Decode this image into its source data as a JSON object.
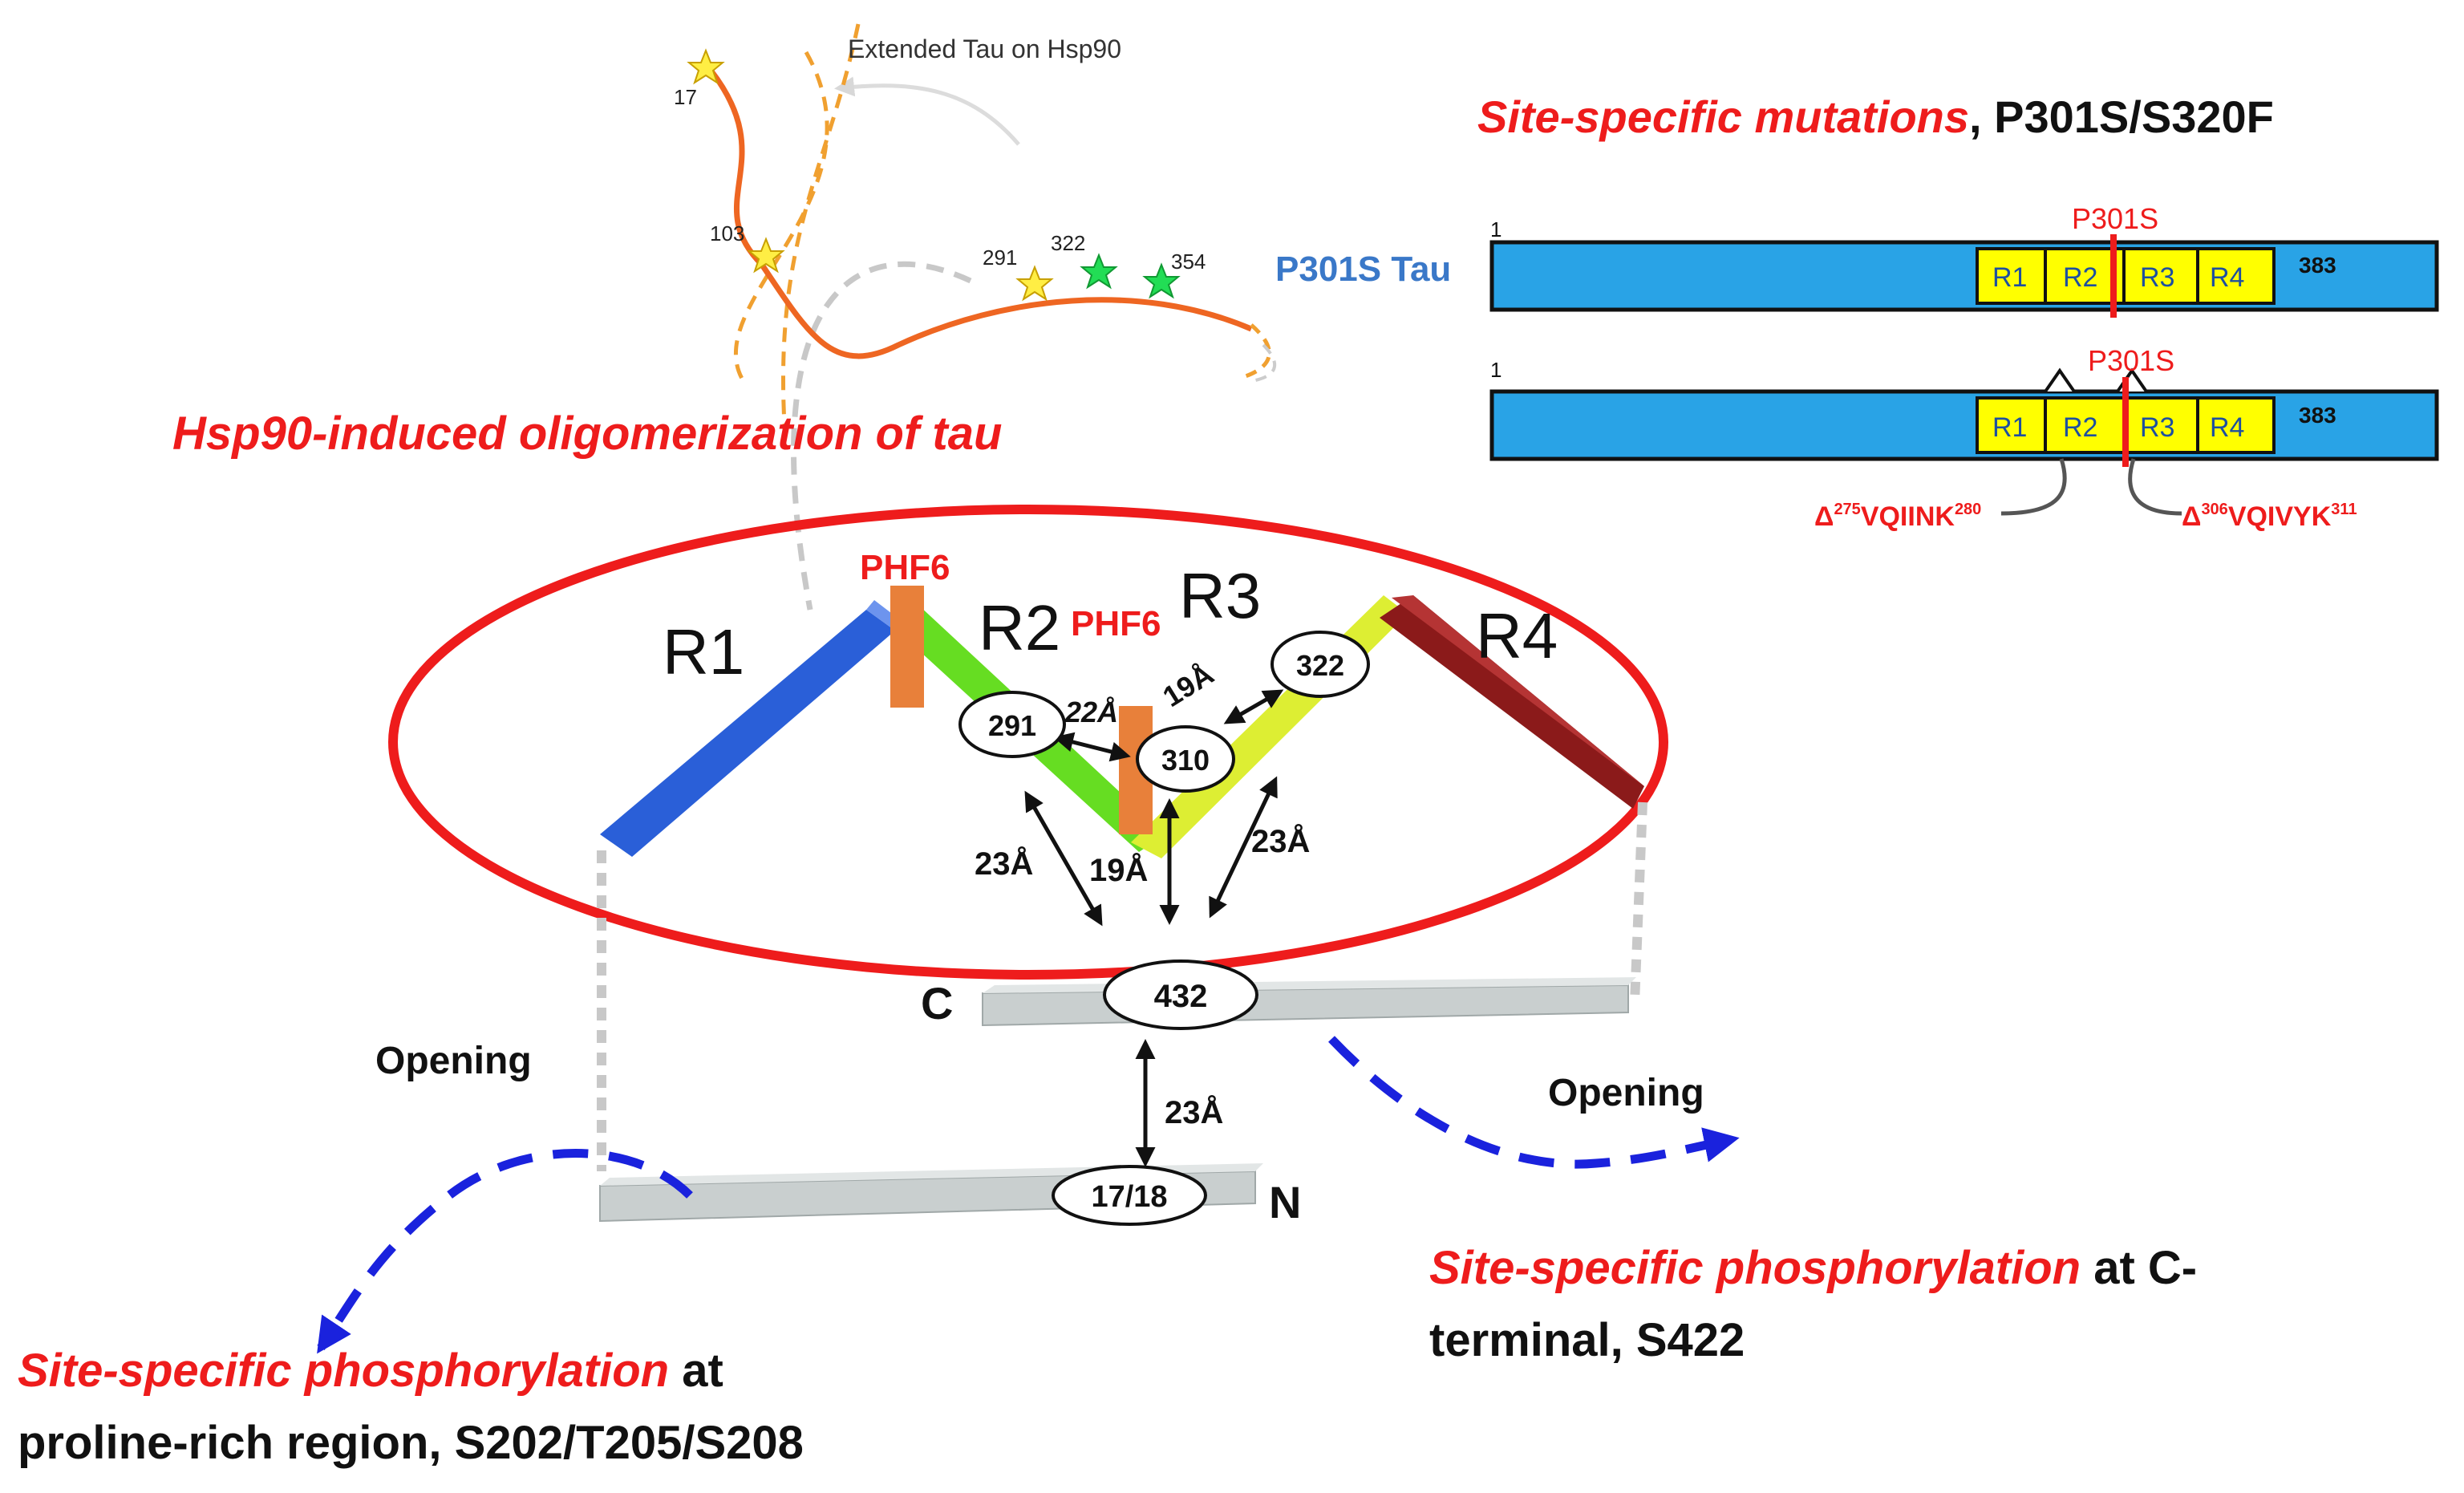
{
  "top_left": {
    "extended_label": "Extended Tau on Hsp90",
    "star_labels": [
      "17",
      "103",
      "291",
      "322",
      "354"
    ]
  },
  "hsp90_title": "Hsp90-induced oligomerization of tau",
  "mutations": {
    "title_red": "Site-specific mutations",
    "title_black": ", P301S/S320F",
    "bar1": {
      "name": "P301S Tau",
      "start": "1",
      "end": "383",
      "mutation": "P301S",
      "repeats": [
        "R1",
        "R2",
        "R3",
        "R4"
      ]
    },
    "bar2": {
      "start": "1",
      "end": "383",
      "mutation": "P301S",
      "repeats": [
        "R1",
        "R2",
        "R3",
        "R4"
      ],
      "deletion1": {
        "delta": "Δ",
        "sup1": "275",
        "seq": "VQIINK",
        "sup2": "280"
      },
      "deletion2": {
        "delta": "Δ",
        "sup1": "306",
        "seq": "VQIVYK",
        "sup2": "311"
      }
    }
  },
  "model": {
    "repeats": [
      "R1",
      "R2",
      "R3",
      "R4"
    ],
    "phf6": [
      "PHF6",
      "PHF6"
    ],
    "residues": [
      "291",
      "310",
      "322",
      "432",
      "17/18"
    ],
    "distances": [
      "22Å",
      "19Å",
      "23Å",
      "19Å",
      "23Å",
      "23Å"
    ],
    "terminals": {
      "c": "C",
      "n": "N"
    },
    "opening_left": "Opening",
    "opening_right": "Opening"
  },
  "phospho_right": {
    "red": "Site-specific phosphorylation",
    "black1": " at C-",
    "black2": "terminal, S422"
  },
  "phospho_left": {
    "red": "Site-specific phosphorylation",
    "black1": " at",
    "black2": "proline-rich region, S202/T205/S208"
  },
  "colors": {
    "accent_red": "#ee1c1c",
    "tau_bar_blue": "#29a3e6",
    "repeat_yellow": "#ffff00",
    "r1_blue": "#2a5fd8",
    "r2_green": "#66dd22",
    "r3_yellow": "#ddee33",
    "r4_darkred": "#8b1a1a",
    "phf6_orange": "#e8803a",
    "arrow_blue": "#1a22dd",
    "tau_orange": "#ee6622"
  }
}
